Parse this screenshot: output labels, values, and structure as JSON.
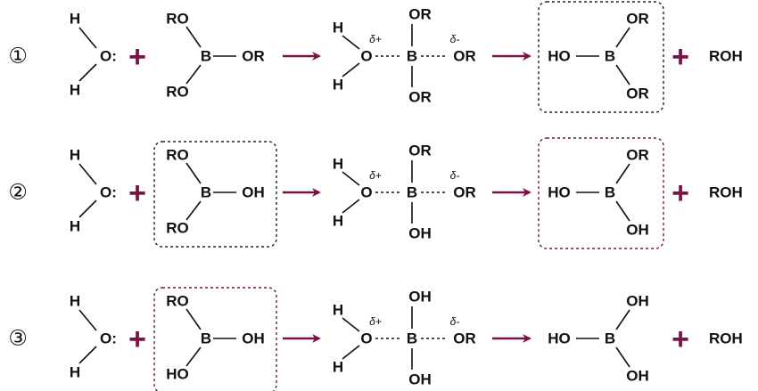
{
  "colors": {
    "accent": "#7a1245",
    "ink": "#111111",
    "box_black": "#222222",
    "box_accent": "#7a1245"
  },
  "rows": [
    {
      "number": "①",
      "water": {
        "h_top": "H",
        "o": "O:",
        "h_bottom": "H"
      },
      "plus1": "+",
      "borate": {
        "top": "RO",
        "b": "B",
        "right": "OR",
        "bottom": "RO",
        "boxed": "none"
      },
      "ts": {
        "h_top": "H",
        "o": "O",
        "h_bottom": "H",
        "delta_plus": "δ+",
        "b": "B",
        "top": "OR",
        "bottom": "OR",
        "right": "OR",
        "delta_minus": "δ-"
      },
      "product": {
        "left": "HO",
        "b": "B",
        "top": "OR",
        "bottom": "OR",
        "boxed": "black"
      },
      "plus2": "+",
      "side": "ROH"
    },
    {
      "number": "②",
      "water": {
        "h_top": "H",
        "o": "O:",
        "h_bottom": "H"
      },
      "plus1": "+",
      "borate": {
        "top": "RO",
        "b": "B",
        "right": "OH",
        "bottom": "RO",
        "boxed": "black"
      },
      "ts": {
        "h_top": "H",
        "o": "O",
        "h_bottom": "H",
        "delta_plus": "δ+",
        "b": "B",
        "top": "OR",
        "bottom": "OH",
        "right": "OR",
        "delta_minus": "δ-"
      },
      "product": {
        "left": "HO",
        "b": "B",
        "top": "OR",
        "bottom": "OH",
        "boxed": "accent"
      },
      "plus2": "+",
      "side": "ROH"
    },
    {
      "number": "③",
      "water": {
        "h_top": "H",
        "o": "O:",
        "h_bottom": "H"
      },
      "plus1": "+",
      "borate": {
        "top": "RO",
        "b": "B",
        "right": "OH",
        "bottom": "HO",
        "boxed": "accent"
      },
      "ts": {
        "h_top": "H",
        "o": "O",
        "h_bottom": "H",
        "delta_plus": "δ+",
        "b": "B",
        "top": "OH",
        "bottom": "OH",
        "right": "OR",
        "delta_minus": "δ-"
      },
      "product": {
        "left": "HO",
        "b": "B",
        "top": "OH",
        "bottom": "OH",
        "boxed": "none"
      },
      "plus2": "+",
      "side": "ROH"
    }
  ]
}
